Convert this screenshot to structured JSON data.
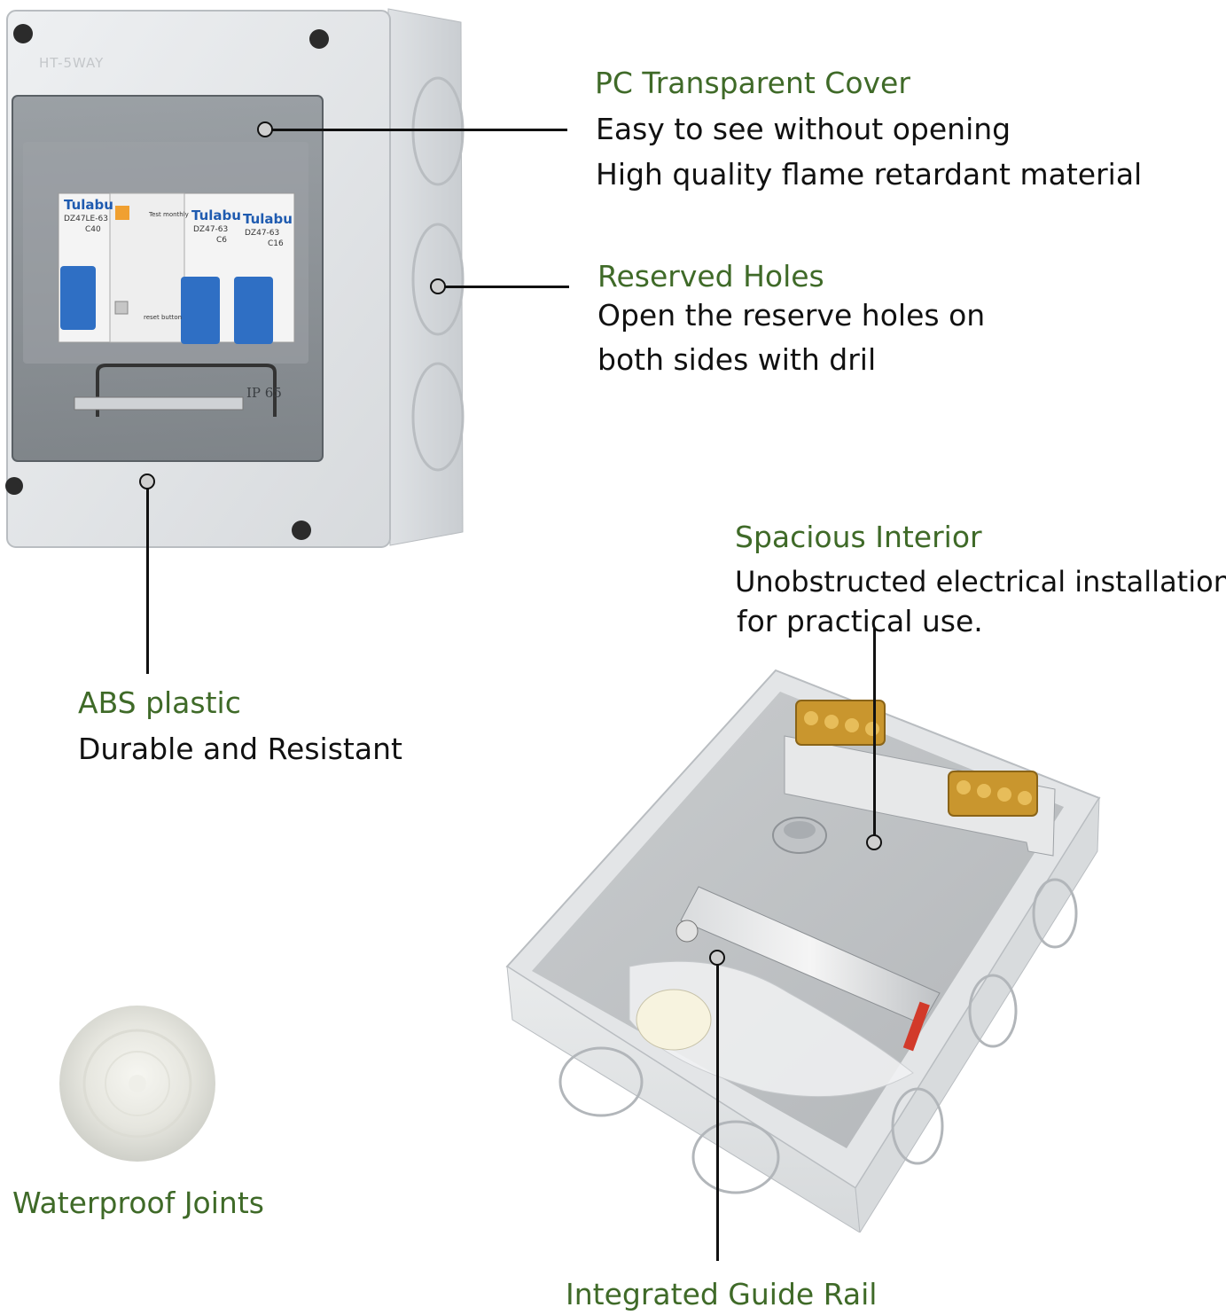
{
  "callouts": {
    "cover": {
      "title": "PC Transparent Cover",
      "line1": "Easy to see without opening",
      "line2": "High quality flame retardant material"
    },
    "holes": {
      "title": "Reserved Holes",
      "line1": "Open the reserve holes on",
      "line2": "both sides with dril"
    },
    "abs": {
      "title": "ABS plastic",
      "line1": "Durable and Resistant"
    },
    "interior": {
      "title": "Spacious Interior",
      "line1": "Unobstructed electrical installation",
      "line2": "for practical use."
    },
    "joints": {
      "title": "Waterproof Joints"
    },
    "rail": {
      "title": "Integrated Guide Rail"
    }
  },
  "product_labels": {
    "embossed_top": "HT-5WAY",
    "embossed_ip": "IP 65",
    "breaker_brand": "Tulabu",
    "breaker1_model": "DZ47LE-63",
    "breaker1_rating": "C40",
    "rcd_test": "Test monthly",
    "rcd_reset": "reset button",
    "breaker2_model": "DZ47-63",
    "breaker2_rating": "C6",
    "breaker3_model": "DZ47-63",
    "breaker3_rating": "C16"
  },
  "colors": {
    "heading": "#3f6a28",
    "body": "#111111",
    "enclosure": "#e6e8ea",
    "breaker_toggle": "#2f6fc4"
  }
}
